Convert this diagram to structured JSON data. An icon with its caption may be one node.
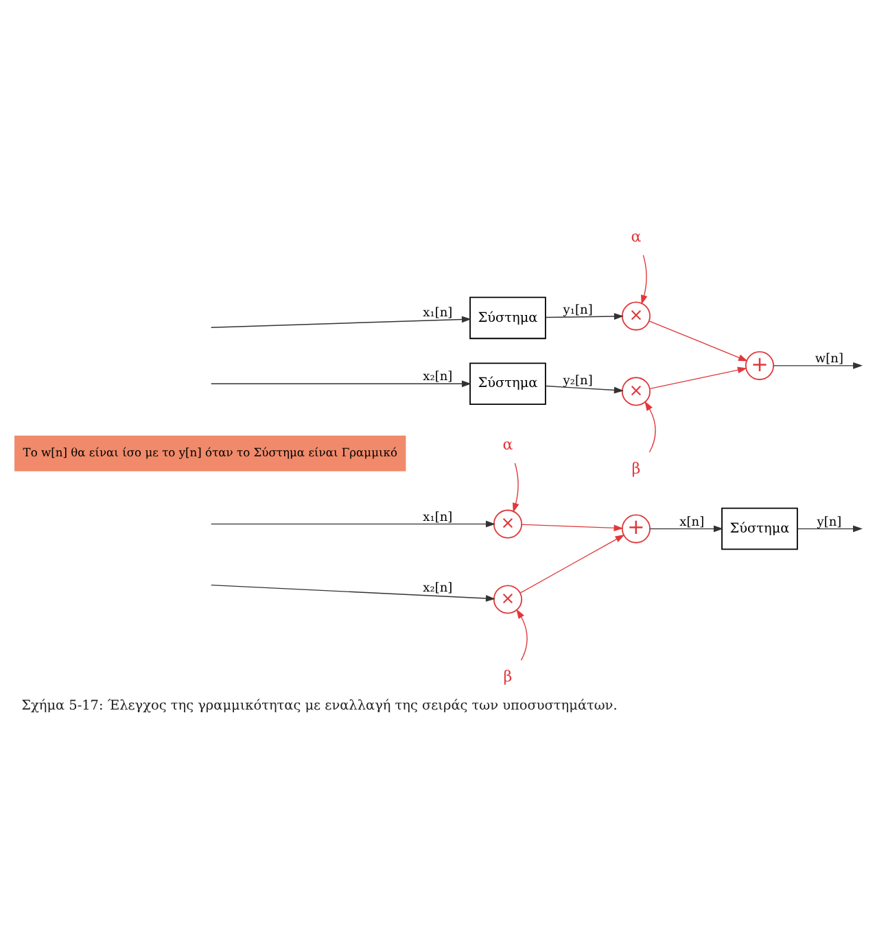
{
  "diagram": {
    "caption": "Σχήμα 5-17: Έλεγχος της γραμμικότητας με εναλλαγή της σειράς των υποσυστημάτων.",
    "nodes": [
      {
        "text": [
          "Σύστημα"
        ]
      },
      {
        "text": [
          "Σύστημα"
        ]
      },
      {
        "text": [
          "α"
        ]
      },
      {
        "text": [
          "×"
        ]
      },
      {
        "text": [
          "×"
        ]
      },
      {
        "text": [
          "β"
        ]
      },
      {
        "text": [
          "+"
        ]
      },
      {
        "text": [
          "Το w[n] θα είναι ίσο με το y[n] όταν το Σύστημα είναι Γραμμικό"
        ]
      },
      {
        "text": [
          "α"
        ]
      },
      {
        "text": [
          "×"
        ]
      },
      {
        "text": [
          "×"
        ]
      },
      {
        "text": [
          "β"
        ]
      },
      {
        "text": [
          "+"
        ]
      },
      {
        "text": [
          "Σύστημα"
        ]
      }
    ],
    "edges": [
      {
        "from": null,
        "to": 0,
        "arrow": "to",
        "label": "x₁[n]"
      },
      {
        "from": null,
        "to": 1,
        "arrow": "to",
        "label": "x₂[n]"
      },
      {
        "from": 0,
        "to": 3,
        "arrow": "to",
        "label": "y₁[n]"
      },
      {
        "from": 1,
        "to": 4,
        "arrow": "to",
        "label": "y₂[n]"
      },
      {
        "from": 2,
        "to": 3,
        "arrow": "to",
        "color": "#e0383a"
      },
      {
        "from": 5,
        "to": 4,
        "arrow": "to",
        "color": "#e0383a"
      },
      {
        "from": 3,
        "to": 6,
        "arrow": "to",
        "color": "#e0383a"
      },
      {
        "from": 4,
        "to": 6,
        "arrow": "to",
        "color": "#e0383a"
      },
      {
        "from": 6,
        "to": null,
        "arrow": "to",
        "label": "w[n]"
      },
      {
        "from": null,
        "to": 9,
        "arrow": "to",
        "label": "x₁[n]"
      },
      {
        "from": null,
        "to": 10,
        "arrow": "to",
        "label": "x₂[n]"
      },
      {
        "from": 8,
        "to": 9,
        "arrow": "to",
        "color": "#e0383a"
      },
      {
        "from": 11,
        "to": 10,
        "arrow": "to",
        "color": "#e0383a"
      },
      {
        "from": 9,
        "to": 12,
        "arrow": "to",
        "color": "#e0383a"
      },
      {
        "from": 10,
        "to": 12,
        "arrow": "to",
        "color": "#e0383a"
      },
      {
        "from": 12,
        "to": 13,
        "arrow": "to",
        "label": "x[n]"
      },
      {
        "from": 13,
        "to": null,
        "arrow": "to",
        "label": "y[n]"
      }
    ]
  }
}
